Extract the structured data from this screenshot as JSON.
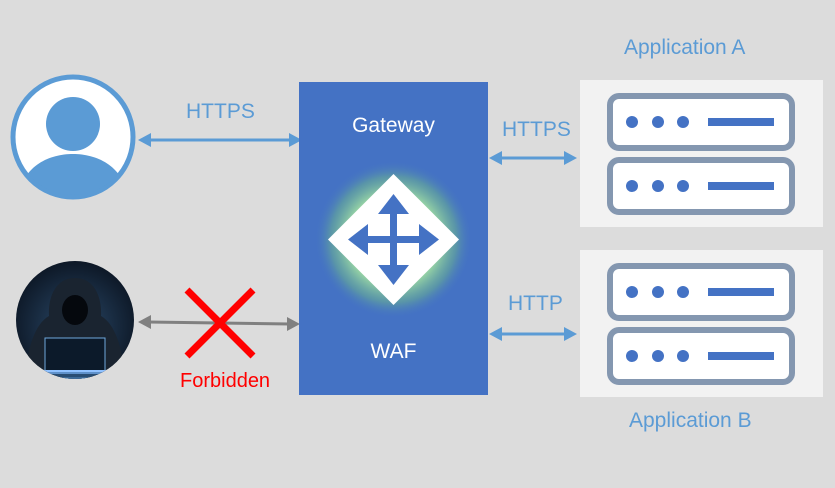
{
  "user_link": {
    "protocol": "HTTPS"
  },
  "attacker_link": {
    "status": "Forbidden"
  },
  "gateway": {
    "title": "Gateway",
    "subtitle": "WAF"
  },
  "app_a": {
    "title": "Application A",
    "protocol": "HTTPS"
  },
  "app_b": {
    "title": "Application B",
    "protocol": "HTTP"
  },
  "colors": {
    "background": "#dcdcdc",
    "gateway": "#4472c4",
    "accent": "#5b9bd5",
    "forbidden": "#ff0000",
    "server": "#8497b0",
    "panel": "#f2f2f2"
  }
}
